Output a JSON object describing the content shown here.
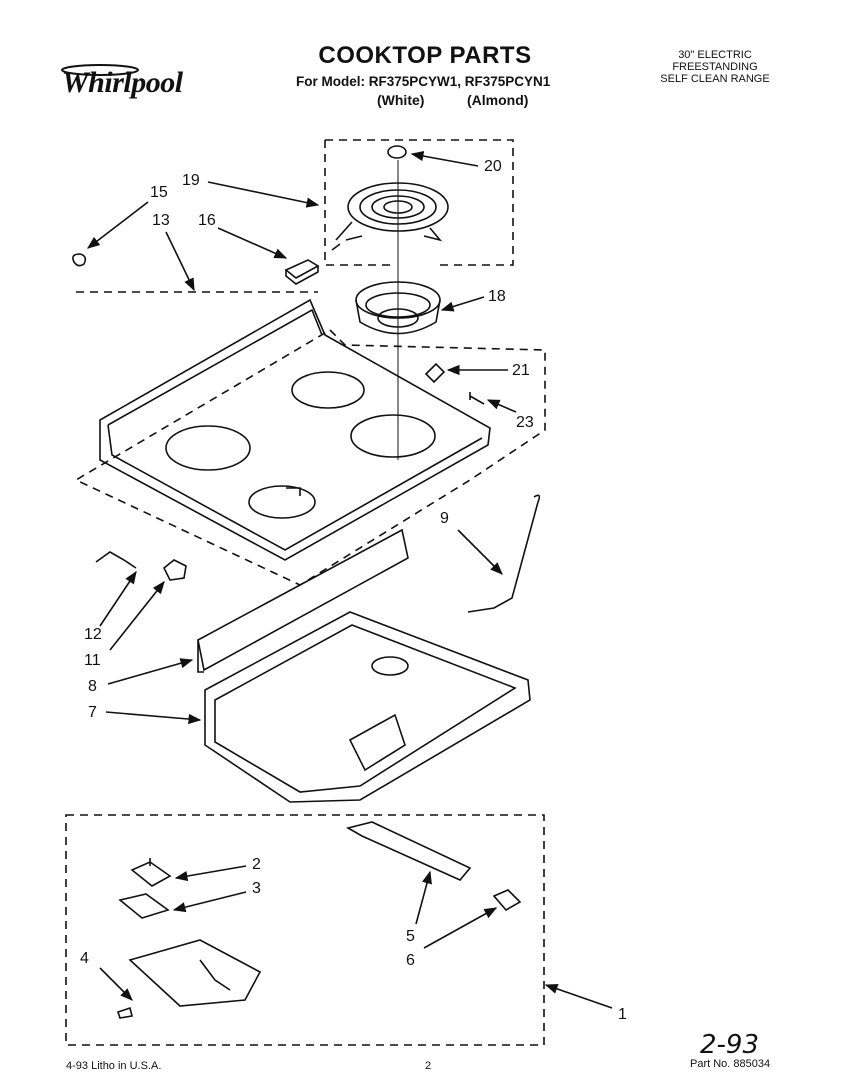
{
  "header": {
    "brand": "Whirlpool",
    "title": "COOKTOP PARTS",
    "model_line": "For Model: RF375PCYW1, RF375PCYN1",
    "finish_white": "(White)",
    "finish_almond": "(Almond)",
    "spec_lines": [
      "30\" ELECTRIC",
      "FREESTANDING",
      "SELF CLEAN RANGE"
    ]
  },
  "callouts": {
    "c1": "1",
    "c2": "2",
    "c3": "3",
    "c4": "4",
    "c5": "5",
    "c6": "6",
    "c7": "7",
    "c8": "8",
    "c9": "9",
    "c11": "11",
    "c12": "12",
    "c13": "13",
    "c15": "15",
    "c16": "16",
    "c18": "18",
    "c19": "19",
    "c20": "20",
    "c21": "21",
    "c23": "23"
  },
  "footer": {
    "litho": "4-93 Litho in U.S.A.",
    "page": "2",
    "date_handwritten": "2-93",
    "part_no": "Part No. 885034"
  },
  "colors": {
    "ink": "#111111",
    "paper": "#ffffff"
  }
}
